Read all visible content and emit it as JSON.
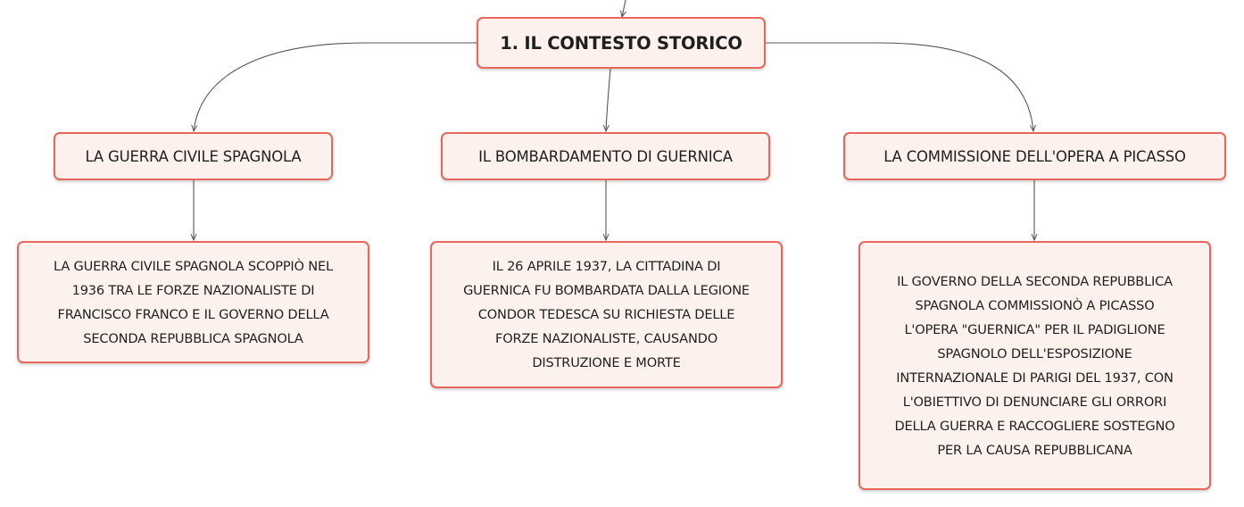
{
  "colors": {
    "node_border": "#e8675a",
    "node_fill": "#fdf1ee",
    "connector": "#555555"
  },
  "root": {
    "label": "1. IL CONTESTO STORICO"
  },
  "topics": [
    {
      "label": "LA GUERRA CIVILE SPAGNOLA",
      "detail_lines": [
        "LA GUERRA CIVILE SPAGNOLA SCOPPIÒ NEL",
        "1936 TRA LE FORZE NAZIONALISTE DI",
        "FRANCISCO FRANCO E IL GOVERNO DELLA",
        "SECONDA REPUBBLICA SPAGNOLA"
      ]
    },
    {
      "label": "IL BOMBARDAMENTO DI GUERNICA",
      "detail_lines": [
        "IL 26 APRILE 1937, LA CITTADINA DI",
        "GUERNICA FU BOMBARDATA DALLA LEGIONE",
        "CONDOR TEDESCA SU RICHIESTA DELLE",
        "FORZE NAZIONALISTE, CAUSANDO",
        "DISTRUZIONE E MORTE"
      ]
    },
    {
      "label": "LA COMMISSIONE DELL'OPERA A PICASSO",
      "detail_lines": [
        "IL GOVERNO DELLA SECONDA REPUBBLICA",
        "SPAGNOLA COMMISSIONÒ A PICASSO",
        "L'OPERA \"GUERNICA\" PER IL PADIGLIONE",
        "SPAGNOLO DELL'ESPOSIZIONE",
        "INTERNAZIONALE DI PARIGI DEL 1937, CON",
        "L'OBIETTIVO DI DENUNCIARE GLI ORRORI",
        "DELLA GUERRA E RACCOGLIERE SOSTEGNO",
        "PER LA CAUSA REPUBBLICANA"
      ]
    }
  ]
}
